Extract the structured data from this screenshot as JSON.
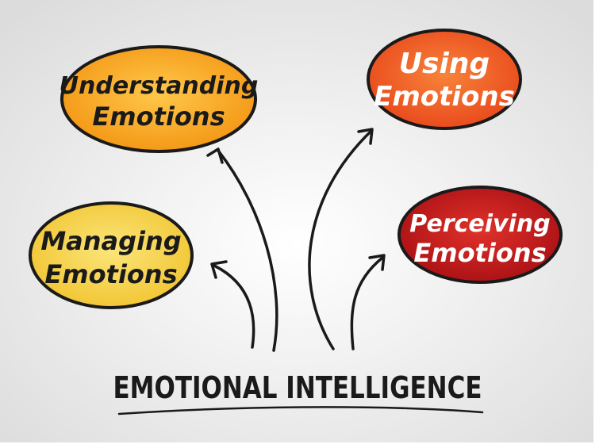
{
  "title": "EMOTIONAL INTELLIGENCE",
  "nodes": [
    {
      "id": "understanding",
      "line1": "Understanding",
      "line2": "Emotions",
      "color": "#f7a21b",
      "text_color": "#1a1a1a"
    },
    {
      "id": "using",
      "line1": "Using",
      "line2": "Emotions",
      "color": "#f05a22",
      "text_color": "#ffffff"
    },
    {
      "id": "managing",
      "line1": "Managing",
      "line2": "Emotions",
      "color": "#f6d44c",
      "text_color": "#1a1a1a"
    },
    {
      "id": "perceiving",
      "line1": "Perceiving",
      "line2": "Emotions",
      "color": "#c4161c",
      "text_color": "#ffffff"
    }
  ]
}
